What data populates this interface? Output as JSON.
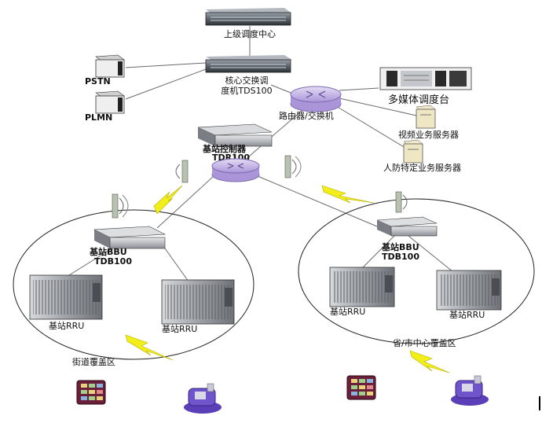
{
  "nodes": {
    "superior_center": "上级调度中心",
    "core_switch_line1": "核心交换调",
    "core_switch_line2": "度机TDS100",
    "pstn": "PSTN",
    "plmn": "PLMN",
    "router": "路由器/交换机",
    "multimedia_console": "多媒体调度台",
    "video_server": "视频业务服务器",
    "civil_defense_server": "人防特定业务服务器",
    "bs_controller_line1": "基站控制器",
    "bs_controller_line2": "TDR100",
    "bbu_left_line1": "基站BBU",
    "bbu_left_line2": "TDB100",
    "rru_left_1": "基站RRU",
    "rru_left_2": "基站RRU",
    "street_area": "街道覆盖区",
    "bbu_right_line1": "基站BBU",
    "bbu_right_line2": "TDB100",
    "rru_right_1": "基站RRU",
    "rru_right_2": "基站RRU",
    "city_area": "省/市中心覆盖区"
  },
  "colors": {
    "router_fill": "#c9b8e8",
    "router_stroke": "#7d6bb0",
    "lightning": "#f2ee1a",
    "line": "#6a6a6a",
    "terminal_purple": "#5b3fb8"
  }
}
